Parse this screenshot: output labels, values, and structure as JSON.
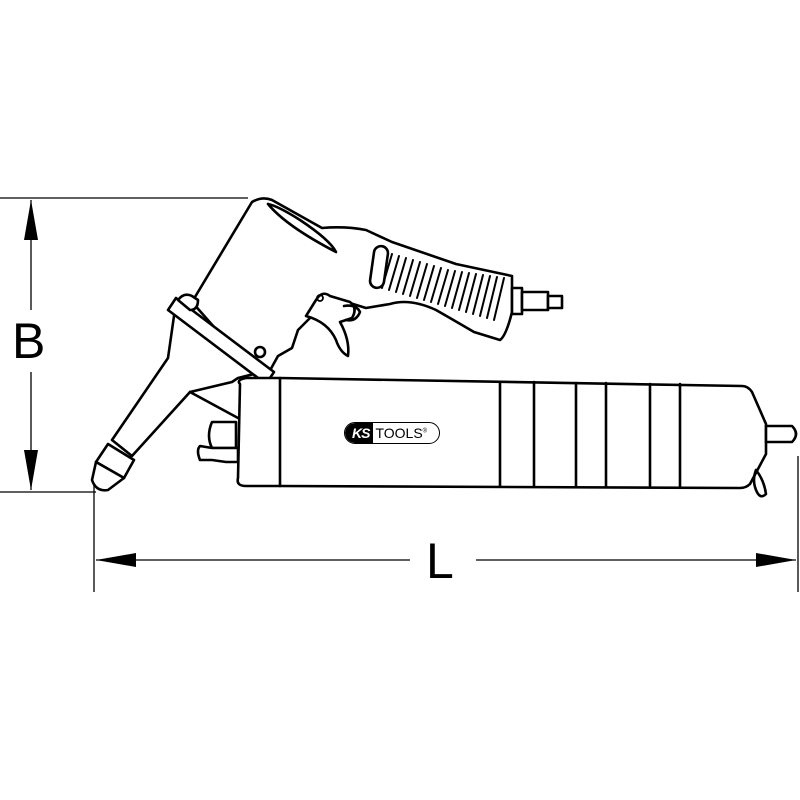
{
  "figure": {
    "subject": "pneumatic grease gun",
    "line_color": "#000000",
    "background": "#ffffff"
  },
  "dimensions": {
    "height_label": "B",
    "length_label": "L"
  },
  "logo": {
    "brand_ks": "KS",
    "brand_tools": "TOOLS",
    "registered": "®"
  }
}
